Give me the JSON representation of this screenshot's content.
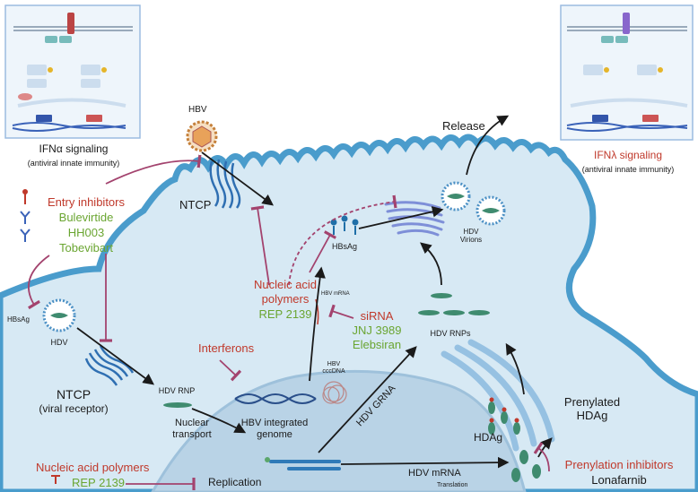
{
  "labels": {
    "ifna_title": "IFNα signaling",
    "ifna_sub": "(antiviral innate immunity)",
    "ifnl_title": "IFNλ signaling",
    "ifnl_sub": "(antiviral innate immunity)",
    "hbv": "HBV",
    "ntcp_top": "NTCP",
    "release": "Release",
    "entry_inhibitors": "Entry inhibitors",
    "bulevirtide": "Bulevirtide",
    "hh003": "HH003",
    "tobevibart": "Tobevibart",
    "hbsag_cell": "HBsAg",
    "hdv_virions": "HDV\nVirions",
    "nap_mid_1": "Nucleic acid",
    "nap_mid_2": "polymers",
    "rep_mid": "REP 2139",
    "hbv_mrna": "HBV mRNA",
    "sirna": "siRNA",
    "jnj": "JNJ 3989",
    "elebsiran": "Elebsiran",
    "hdv_rnps": "HDV RNPs",
    "hbsag_out": "HBsAg",
    "hdv_out": "HDV",
    "interferons": "Interferons",
    "hbv_cccdna": "HBV\ncccDNA",
    "ntcp_bottom_1": "NTCP",
    "ntcp_bottom_2": "(viral receptor)",
    "hdv_rnp": "HDV RNP",
    "nuclear_transport": "Nuclear\ntransport",
    "hbv_integrated": "HBV integrated\ngenome",
    "hdv_grna": "HDV GRNA",
    "prenylated": "Prenylated\nHDAg",
    "hdag": "HDAg",
    "nap_bottom": "Nucleic acid polymers",
    "rep_bottom": "REP 2139",
    "replication": "Replication",
    "hdv_mrna": "HDV mRNA",
    "translation": "Translation",
    "prenylation_inhibitors": "Prenylation inhibitors",
    "lonafarnib": "Lonafarnib"
  },
  "colors": {
    "membrane": "#4a9ccc",
    "cytoplasm": "#d7e9f4",
    "nucleus": "#b9d3e6",
    "inhibitor": "#a3436e",
    "arrow": "#1a1a1a",
    "red_text": "#c0392b",
    "green_text": "#6aa531"
  }
}
